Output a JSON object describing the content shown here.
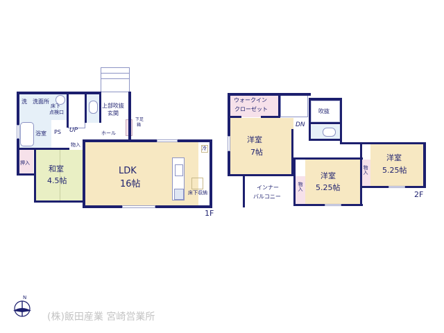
{
  "floor1": {
    "label": "1F",
    "rooms": {
      "washroom": {
        "label": "洗面所",
        "wash": "洗"
      },
      "underfloor_inspection": {
        "line1": "床下",
        "line2": "点検口"
      },
      "bath": {
        "label": "浴室"
      },
      "ps": {
        "label": "PS"
      },
      "stairs_up": {
        "label": "UP"
      },
      "entrance": {
        "line1": "上部吹抜",
        "line2": "玄関"
      },
      "hall": {
        "label": "ホール"
      },
      "shoe_storage": {
        "line1": "下足",
        "line2": "箱"
      },
      "storage_small": {
        "label": "物入"
      },
      "oshiire": {
        "label": "押入"
      },
      "washitsu": {
        "name": "和室",
        "size": "4.5帖"
      },
      "ldk": {
        "name": "LDK",
        "size": "16帖"
      },
      "fridge": {
        "label": "冷"
      },
      "underfloor_storage": {
        "label": "床下収納"
      }
    }
  },
  "floor2": {
    "label": "2F",
    "rooms": {
      "walk_in_closet": {
        "line1": "ウォークイン",
        "line2": "クローゼット"
      },
      "stairs_down": {
        "label": "DN"
      },
      "void": {
        "label": "吹抜"
      },
      "western_7": {
        "name": "洋室",
        "size": "7帖"
      },
      "western_525a": {
        "name": "洋室",
        "size": "5.25帖"
      },
      "western_525b": {
        "name": "洋室",
        "size": "5.25帖"
      },
      "storage_a": {
        "label": "物入"
      },
      "storage_b": {
        "label": "物入"
      },
      "inner_balcony": {
        "line1": "インナー",
        "line2": "バルコニー"
      }
    }
  },
  "footer": {
    "company": "(株)飯田産業 宮崎営業所",
    "compass": "N"
  },
  "colors": {
    "wall": "#1c1f6e",
    "ldk_fill": "#f7e8c2",
    "washitsu_fill": "#e9efc4",
    "wet_fill": "#e6f0f8",
    "closet_fill": "#f6e1ea",
    "text": "#1c1f6e"
  }
}
